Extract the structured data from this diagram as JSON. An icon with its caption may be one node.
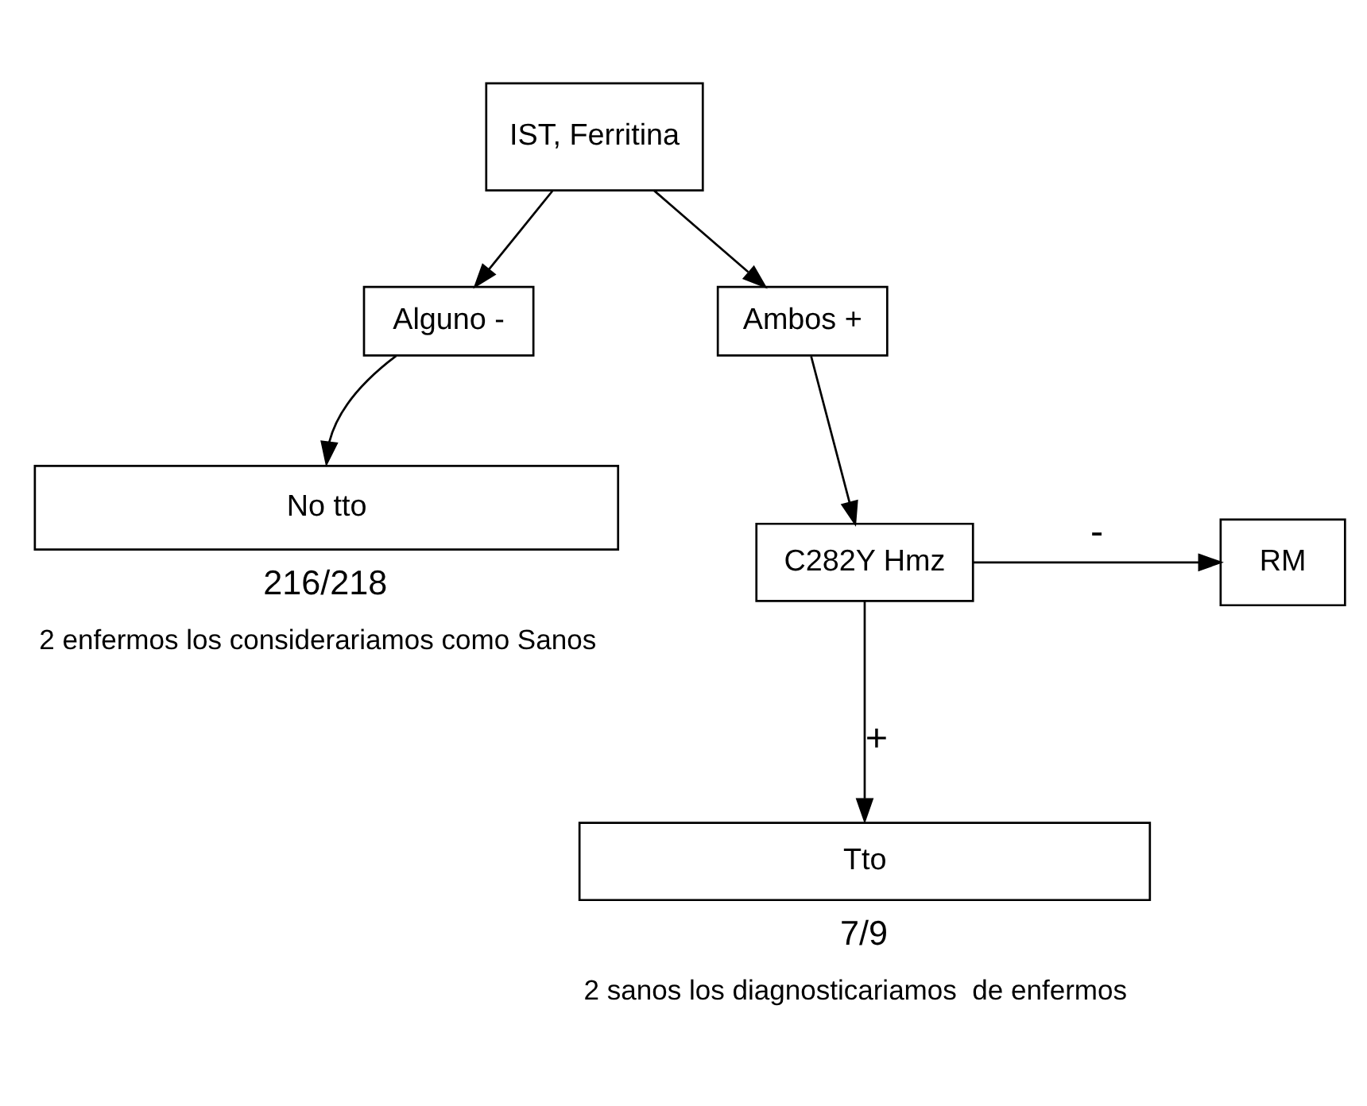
{
  "diagram": {
    "nodes": [
      {
        "text": [
          "IST, Ferritina"
        ]
      },
      {
        "text": [
          "Alguno -"
        ]
      },
      {
        "text": [
          "Ambos +"
        ]
      },
      {
        "text": [
          "No tto"
        ],
        "beside": [
          "216/218",
          "2 enfermos los considerariamos como Sanos"
        ]
      },
      {
        "text": [
          "C282Y Hmz"
        ]
      },
      {
        "text": [
          "RM"
        ]
      },
      {
        "text": [
          "Tto"
        ],
        "beside": [
          "7/9",
          "2 sanos los diagnosticariamos  de enfermos"
        ]
      }
    ],
    "edges": [
      {
        "from": 0,
        "to": 1,
        "arrow": "to"
      },
      {
        "from": 0,
        "to": 2,
        "arrow": "to"
      },
      {
        "from": 1,
        "to": 3,
        "arrow": "to"
      },
      {
        "from": 2,
        "to": 4,
        "arrow": "to"
      },
      {
        "from": 4,
        "to": 5,
        "arrow": "to",
        "label": "-"
      },
      {
        "from": 4,
        "to": 6,
        "arrow": "to",
        "label": "+"
      }
    ]
  }
}
